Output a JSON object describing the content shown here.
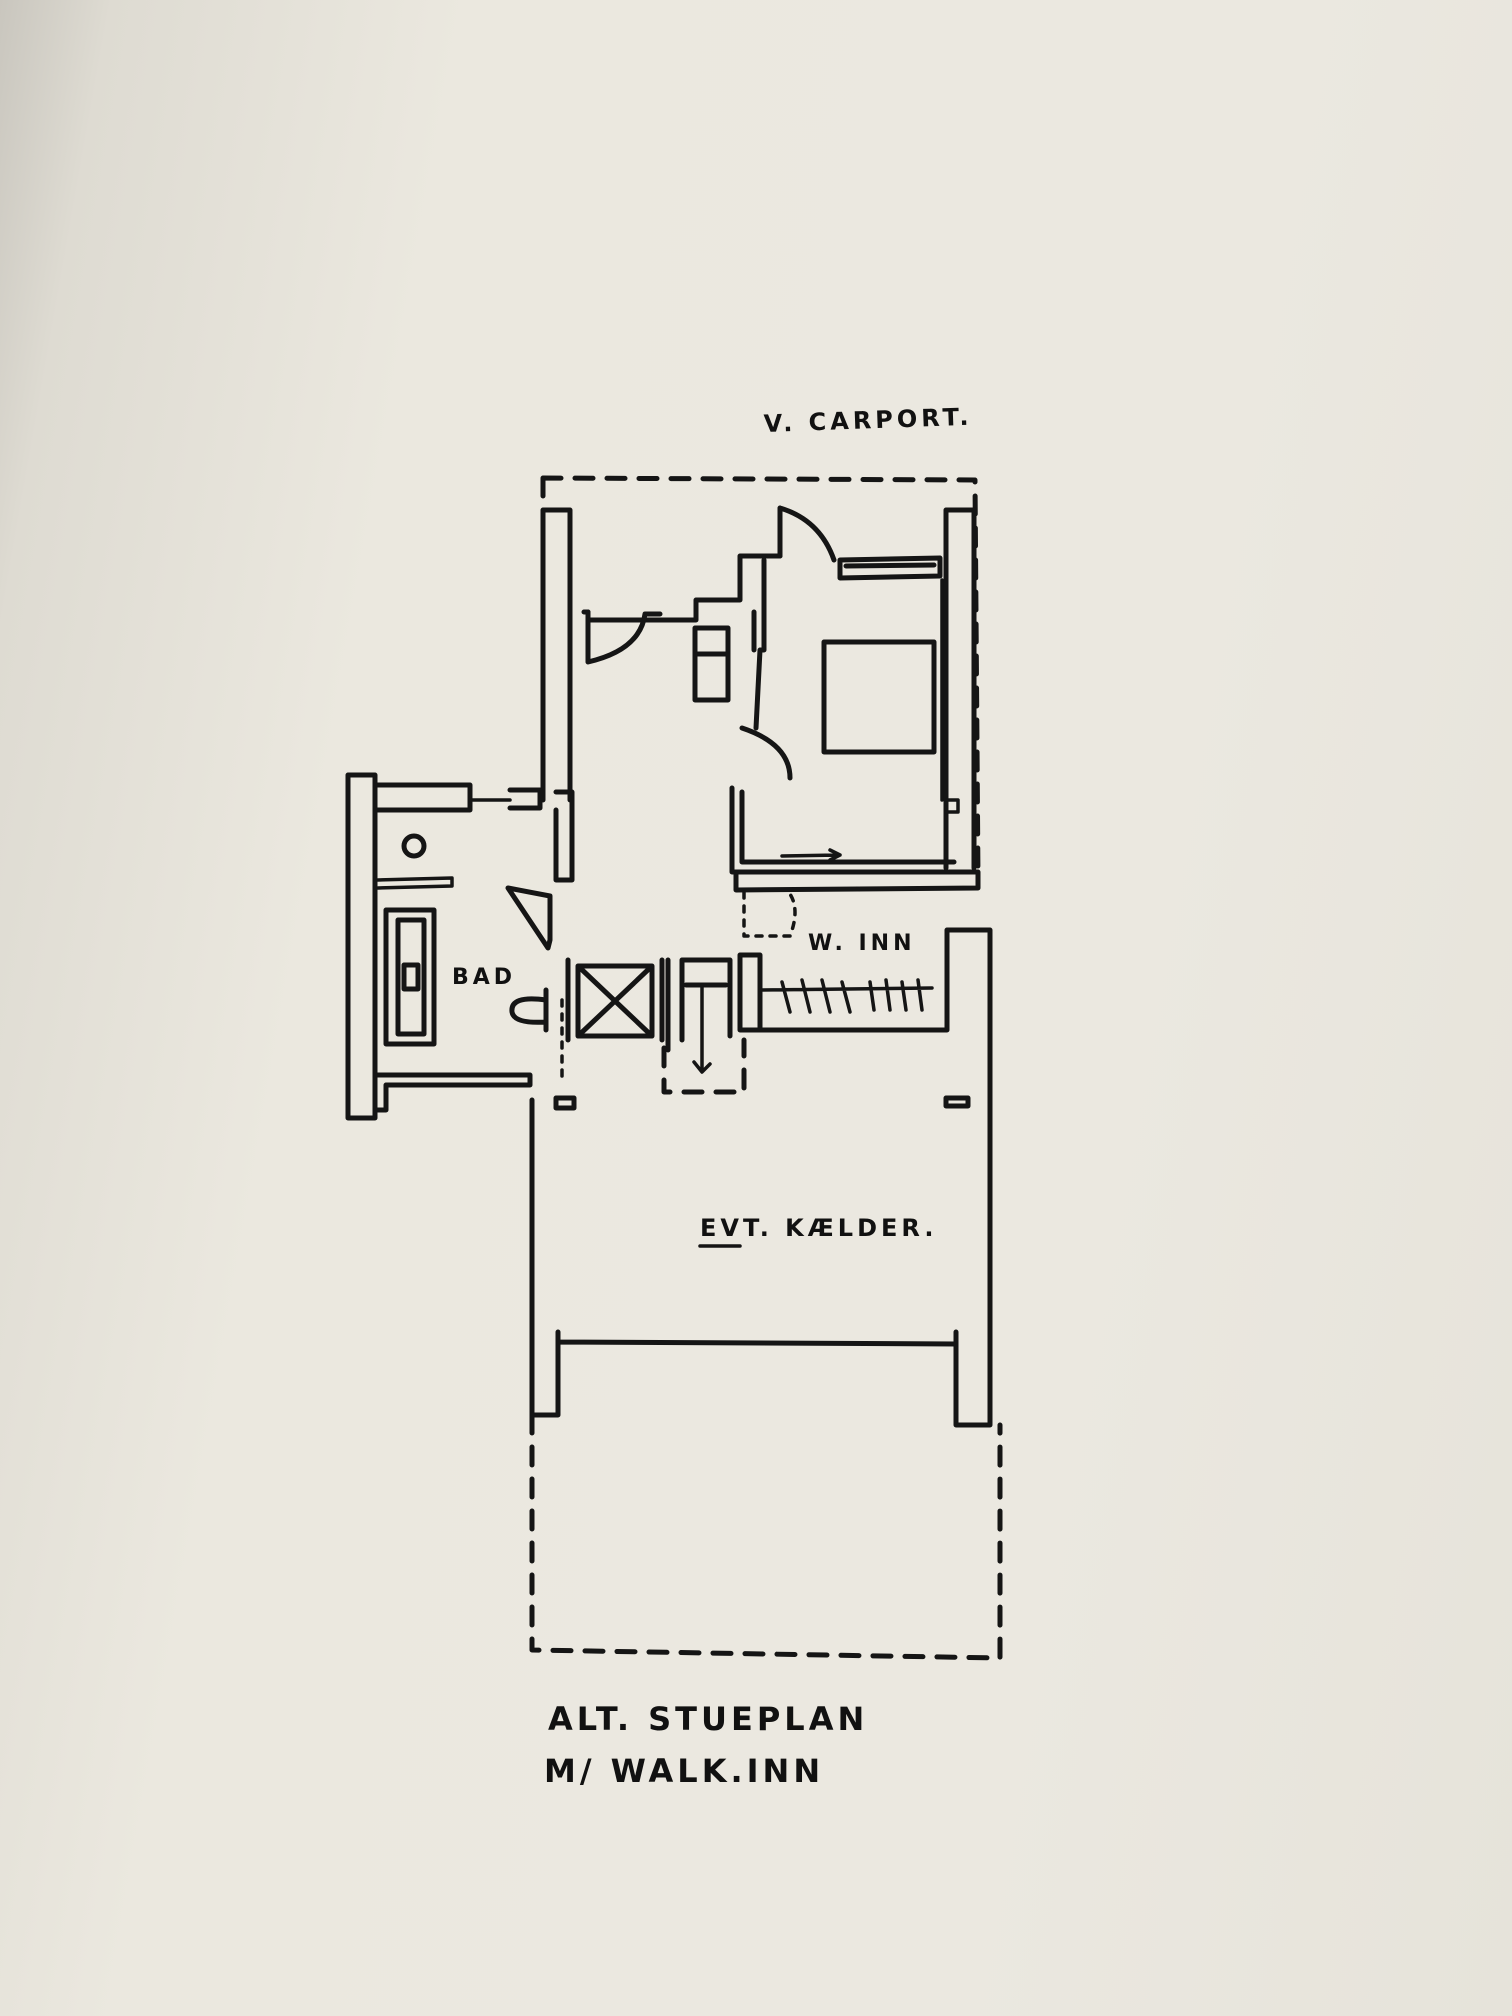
{
  "labels": {
    "carport": "V. CARPORT.",
    "bath": "BAD",
    "walk_in": "W. INN",
    "cellar": "EVT. KÆLDER.",
    "title_line1": "ALT. STUEPLAN",
    "title_line2": "M/ WALK.INN"
  },
  "colors": {
    "paper": "#ebe8df",
    "ink": "#151515"
  }
}
